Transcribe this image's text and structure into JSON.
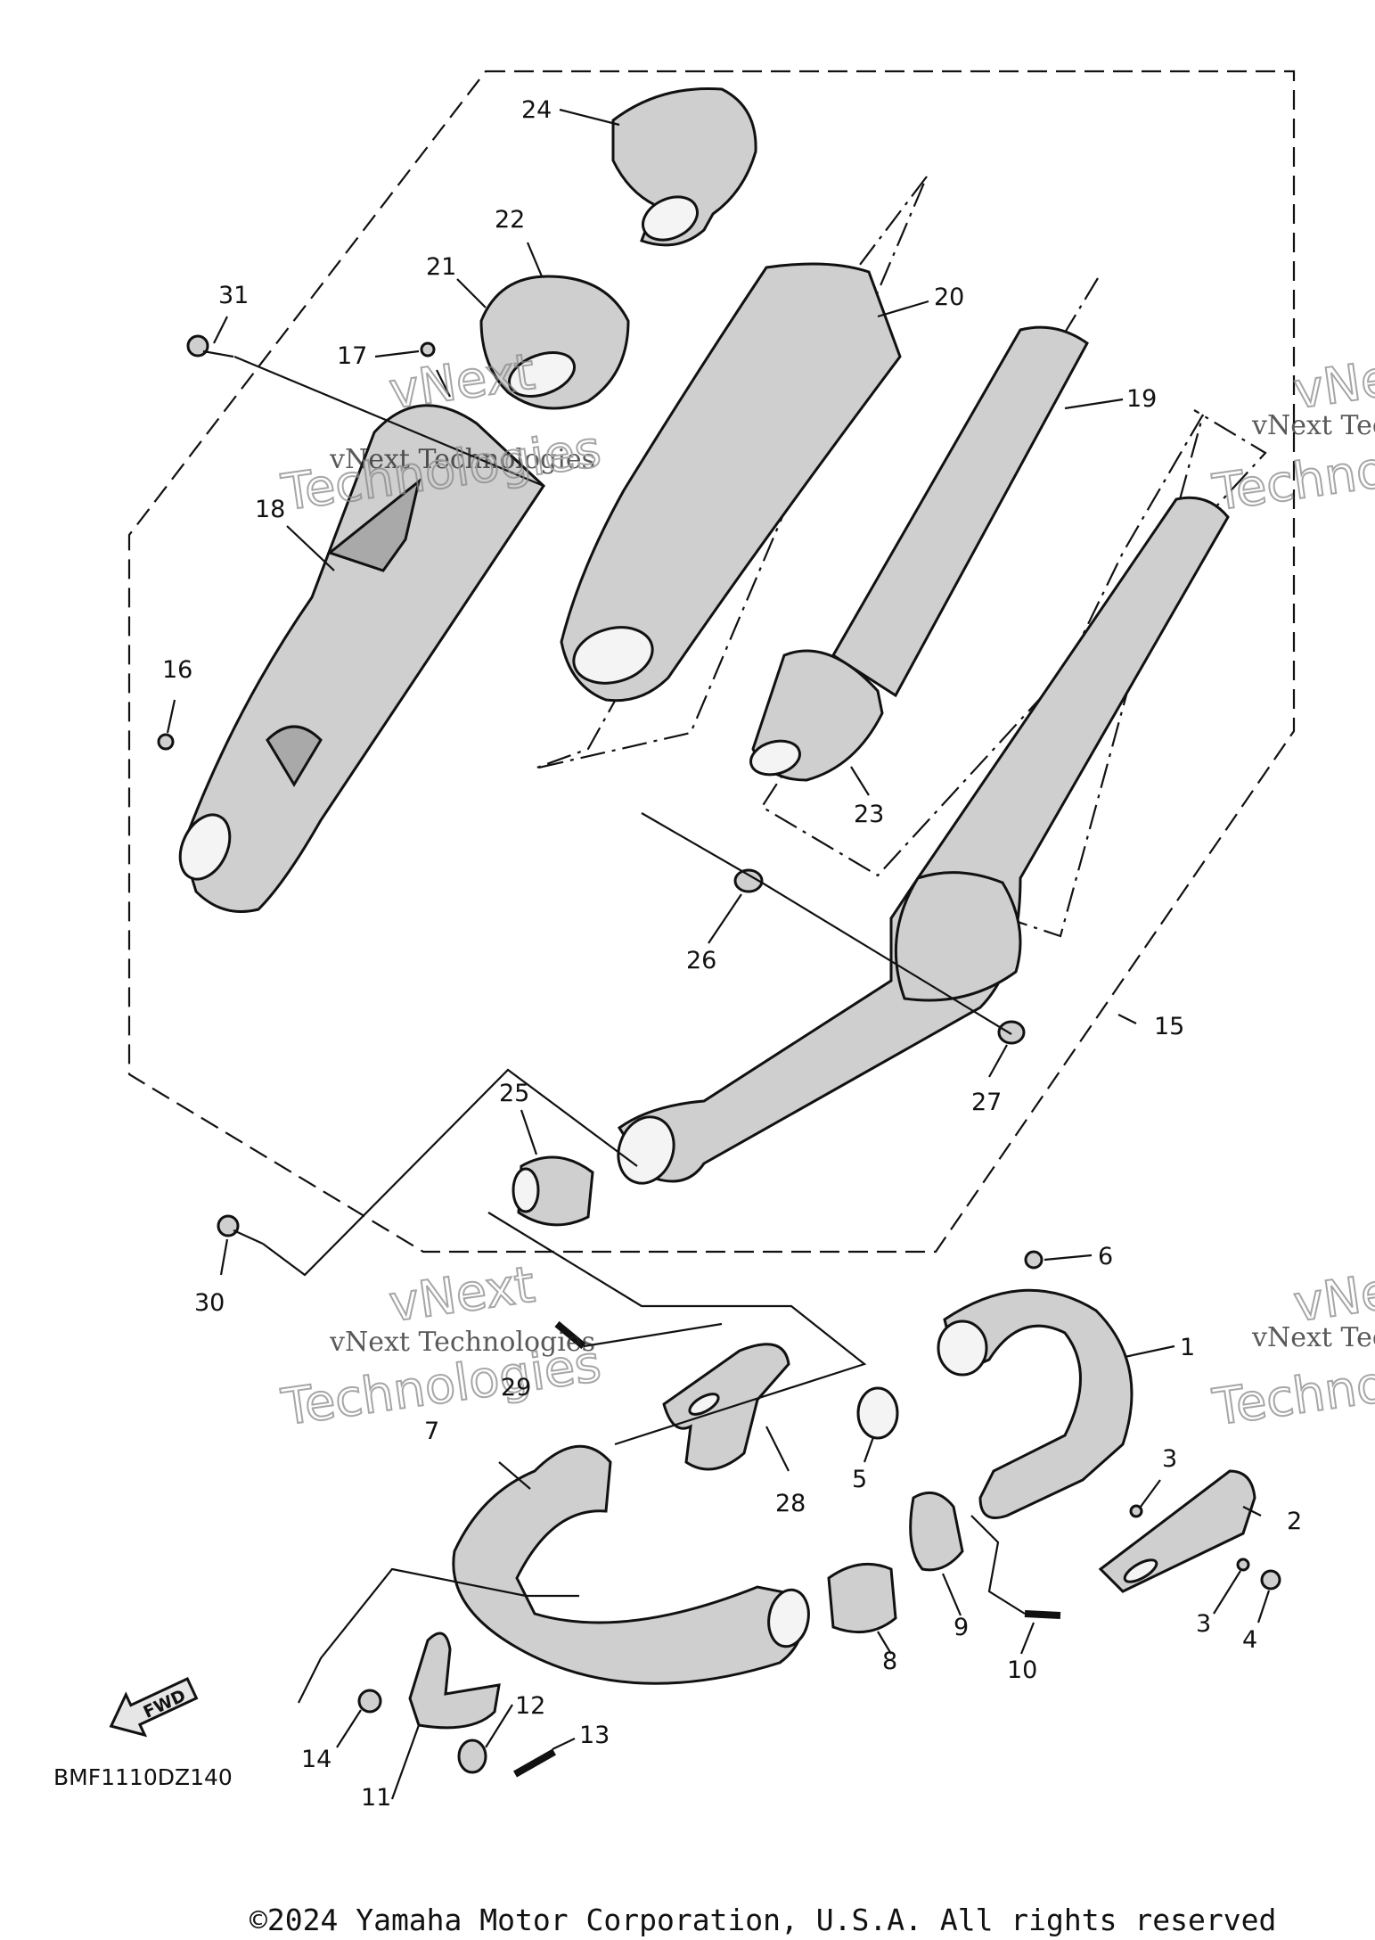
{
  "diagram_code": "BMF1110DZ140",
  "copyright": "©2024 Yamaha Motor Corporation, U.S.A. All rights reserved",
  "watermark": {
    "line1": "vNext Technologies",
    "line2": "vNext",
    "line3": "Technologies"
  },
  "fwd_label": "FWD",
  "callouts": {
    "c1": "1",
    "c2": "2",
    "c3a": "3",
    "c3b": "3",
    "c4": "4",
    "c5": "5",
    "c6": "6",
    "c7": "7",
    "c8": "8",
    "c9": "9",
    "c10": "10",
    "c11": "11",
    "c12": "12",
    "c13": "13",
    "c14": "14",
    "c15": "15",
    "c16": "16",
    "c17": "17",
    "c18": "18",
    "c19": "19",
    "c20": "20",
    "c21": "21",
    "c22": "22",
    "c23": "23",
    "c24": "24",
    "c25": "25",
    "c26": "26",
    "c27": "27",
    "c28": "28",
    "c29": "29",
    "c30": "30",
    "c31": "31"
  }
}
